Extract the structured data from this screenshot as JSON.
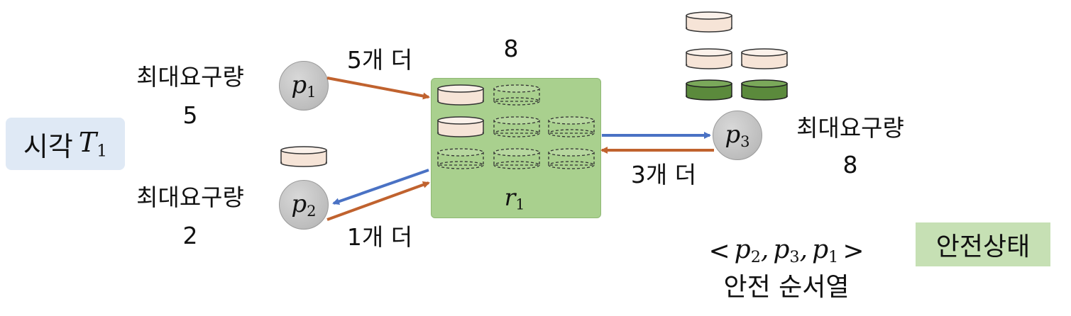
{
  "time_label": {
    "prefix": "시각",
    "var": "T",
    "sub": "1"
  },
  "resource": {
    "total": "8",
    "var": "r",
    "sub": "1"
  },
  "processes": [
    {
      "var": "p",
      "sub": "1",
      "max_label": "최대요구량",
      "max_value": "5",
      "request_label": "5개 더",
      "held_units": 0
    },
    {
      "var": "p",
      "sub": "2",
      "max_label": "최대요구량",
      "max_value": "2",
      "request_label": "1개 더",
      "held_units": 1
    },
    {
      "var": "p",
      "sub": "3",
      "max_label": "최대요구량",
      "max_value": "8",
      "request_label": "3개 더",
      "held_units": 5
    }
  ],
  "safe_sequence": {
    "open": "<",
    "items": [
      {
        "var": "p",
        "sub": "2",
        "sep": ","
      },
      {
        "var": "p",
        "sub": "3",
        "sep": ","
      },
      {
        "var": "p",
        "sub": "1",
        "sep": ""
      }
    ],
    "close": ">",
    "caption": "안전 순서열"
  },
  "state_badge": "안전상태",
  "colors": {
    "request_arrow": "#c0622e",
    "allocate_arrow": "#4a72c4",
    "resource_box": "#a9d08e",
    "unit_cream": "#f6e4d7",
    "unit_green_dark": "#5b8a3c",
    "time_box": "#dfe9f5",
    "badge": "#c6e0b4"
  }
}
